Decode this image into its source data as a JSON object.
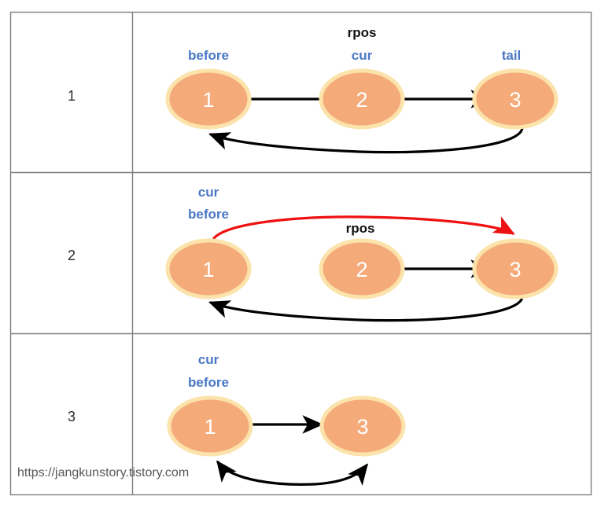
{
  "figure": {
    "title_text": "",
    "watermark": "https://jangkunstory.tistory.com",
    "colors": {
      "node_fill": "#f4ab79",
      "node_glow": "#fbe3ab",
      "node_text": "#ffffff",
      "tag_blue": "#4a77c4",
      "tag_black": "#111111",
      "edge_black": "#000000",
      "edge_red": "#ee1111",
      "grid": "#7f7f7f"
    }
  },
  "table": {
    "column_headers": [],
    "rows": [
      {
        "index_label": "1",
        "nodes": [
          {
            "id": "n1",
            "value": "1",
            "tags": [
              "before"
            ]
          },
          {
            "id": "n2",
            "value": "2",
            "tags": [
              "rpos",
              "cur"
            ]
          },
          {
            "id": "n3",
            "value": "3",
            "tags": [
              "tail"
            ]
          }
        ],
        "edges": [
          {
            "from": "n1",
            "to": "n2",
            "style": "straight",
            "color": "#000000",
            "label": ""
          },
          {
            "from": "n2",
            "to": "n3",
            "style": "straight",
            "color": "#000000",
            "label": ""
          },
          {
            "from": "n3",
            "to": "n1",
            "style": "curve-below",
            "color": "#000000",
            "label": ""
          }
        ]
      },
      {
        "index_label": "2",
        "nodes": [
          {
            "id": "n1",
            "value": "1",
            "tags": [
              "cur",
              "before"
            ]
          },
          {
            "id": "n2",
            "value": "2",
            "tags": []
          },
          {
            "id": "n3",
            "value": "3",
            "tags": []
          }
        ],
        "edges": [
          {
            "from": "n1",
            "to": "n3",
            "style": "curve-above",
            "color": "#ee1111",
            "label": "rpos"
          },
          {
            "from": "n2",
            "to": "n3",
            "style": "straight",
            "color": "#000000",
            "label": ""
          },
          {
            "from": "n3",
            "to": "n1",
            "style": "curve-below",
            "color": "#000000",
            "label": ""
          }
        ]
      },
      {
        "index_label": "3",
        "nodes": [
          {
            "id": "n1",
            "value": "1",
            "tags": [
              "cur",
              "before"
            ]
          },
          {
            "id": "n3",
            "value": "3",
            "tags": []
          }
        ],
        "edges": [
          {
            "from": "n1",
            "to": "n3",
            "style": "straight",
            "color": "#000000",
            "label": ""
          },
          {
            "from": "n3",
            "to": "n1",
            "style": "curve-below-double",
            "color": "#000000",
            "label": ""
          }
        ]
      }
    ]
  },
  "labels": {
    "rpos": "rpos",
    "cur": "cur",
    "before": "before",
    "tail": "tail",
    "node_1": "1",
    "node_2": "2",
    "node_3": "3",
    "row_1": "1",
    "row_2": "2",
    "row_3": "3"
  }
}
